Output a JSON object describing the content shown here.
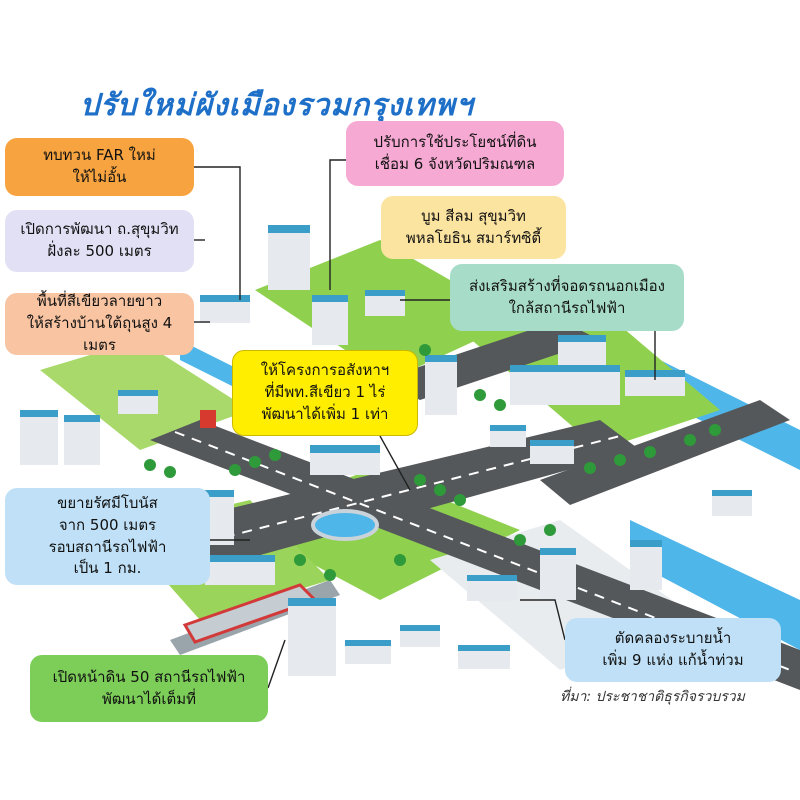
{
  "title": "ปรับใหม่ผังเมืองรวมกรุงเทพฯ",
  "callouts": {
    "far": "ทบทวน FAR ใหม่\nให้ไม่อั้น",
    "sukhumvit": "เปิดการพัฒนา ถ.สุขุมวิท\nฝั่งละ 500 เมตร",
    "green": "พื้นที่สีเขียวลายขาว\nให้สร้างบ้านใต้ถุนสูง 4 เมตร",
    "landuse": "ปรับการใช้ประโยชน์ที่ดิน\nเชื่อม 6 จังหวัดปริมณฑล",
    "cbd": "บูม สีลม สุขุมวิท\nพหลโยธิน สมาร์ทซิตี้",
    "parking": "ส่งเสริมสร้างที่จอดรถนอกเมือง\nใกล้สถานีรถไฟฟ้า",
    "housing": "ให้โครงการอสังหาฯ\nที่มีพท.สีเขียว 1 ไร่\nพัฒนาได้เพิ่ม 1 เท่า",
    "radius": "ขยายรัศมีโบนัส\nจาก 500 เมตร\nรอบสถานีรถไฟฟ้า\nเป็น 1 กม.",
    "canal": "ตัดคลองระบายน้ำ\nเพิ่ม 9 แห่ง แก้น้ำท่วม",
    "stations": "เปิดหน้าดิน 50 สถานีรถไฟฟ้า\nพัฒนาได้เต็มที่"
  },
  "source": "ที่มา: ประชาชาติธุรกิจรวบรวม",
  "colors": {
    "title": "#1e6fc8",
    "grass": "#8fd14f",
    "road": "#55585b",
    "water": "#4fb6ea",
    "building": "#e6eaee",
    "roof": "#3a9ec9"
  }
}
